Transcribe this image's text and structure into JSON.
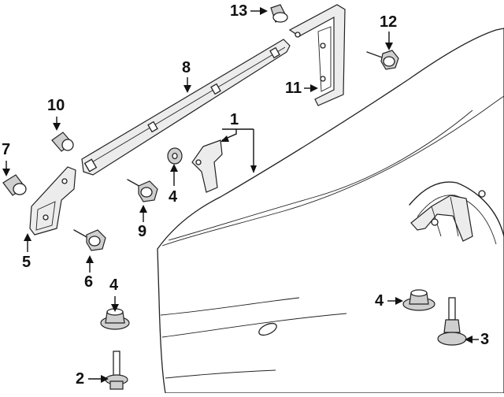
{
  "callouts": [
    {
      "id": "1",
      "text": "1"
    },
    {
      "id": "2",
      "text": "2"
    },
    {
      "id": "3",
      "text": "3"
    },
    {
      "id": "4a",
      "text": "4"
    },
    {
      "id": "4b",
      "text": "4"
    },
    {
      "id": "4c",
      "text": "4"
    },
    {
      "id": "5",
      "text": "5"
    },
    {
      "id": "6",
      "text": "6"
    },
    {
      "id": "7",
      "text": "7"
    },
    {
      "id": "8",
      "text": "8"
    },
    {
      "id": "9",
      "text": "9"
    },
    {
      "id": "10",
      "text": "10"
    },
    {
      "id": "11",
      "text": "11"
    },
    {
      "id": "12",
      "text": "12"
    },
    {
      "id": "13",
      "text": "13"
    }
  ]
}
